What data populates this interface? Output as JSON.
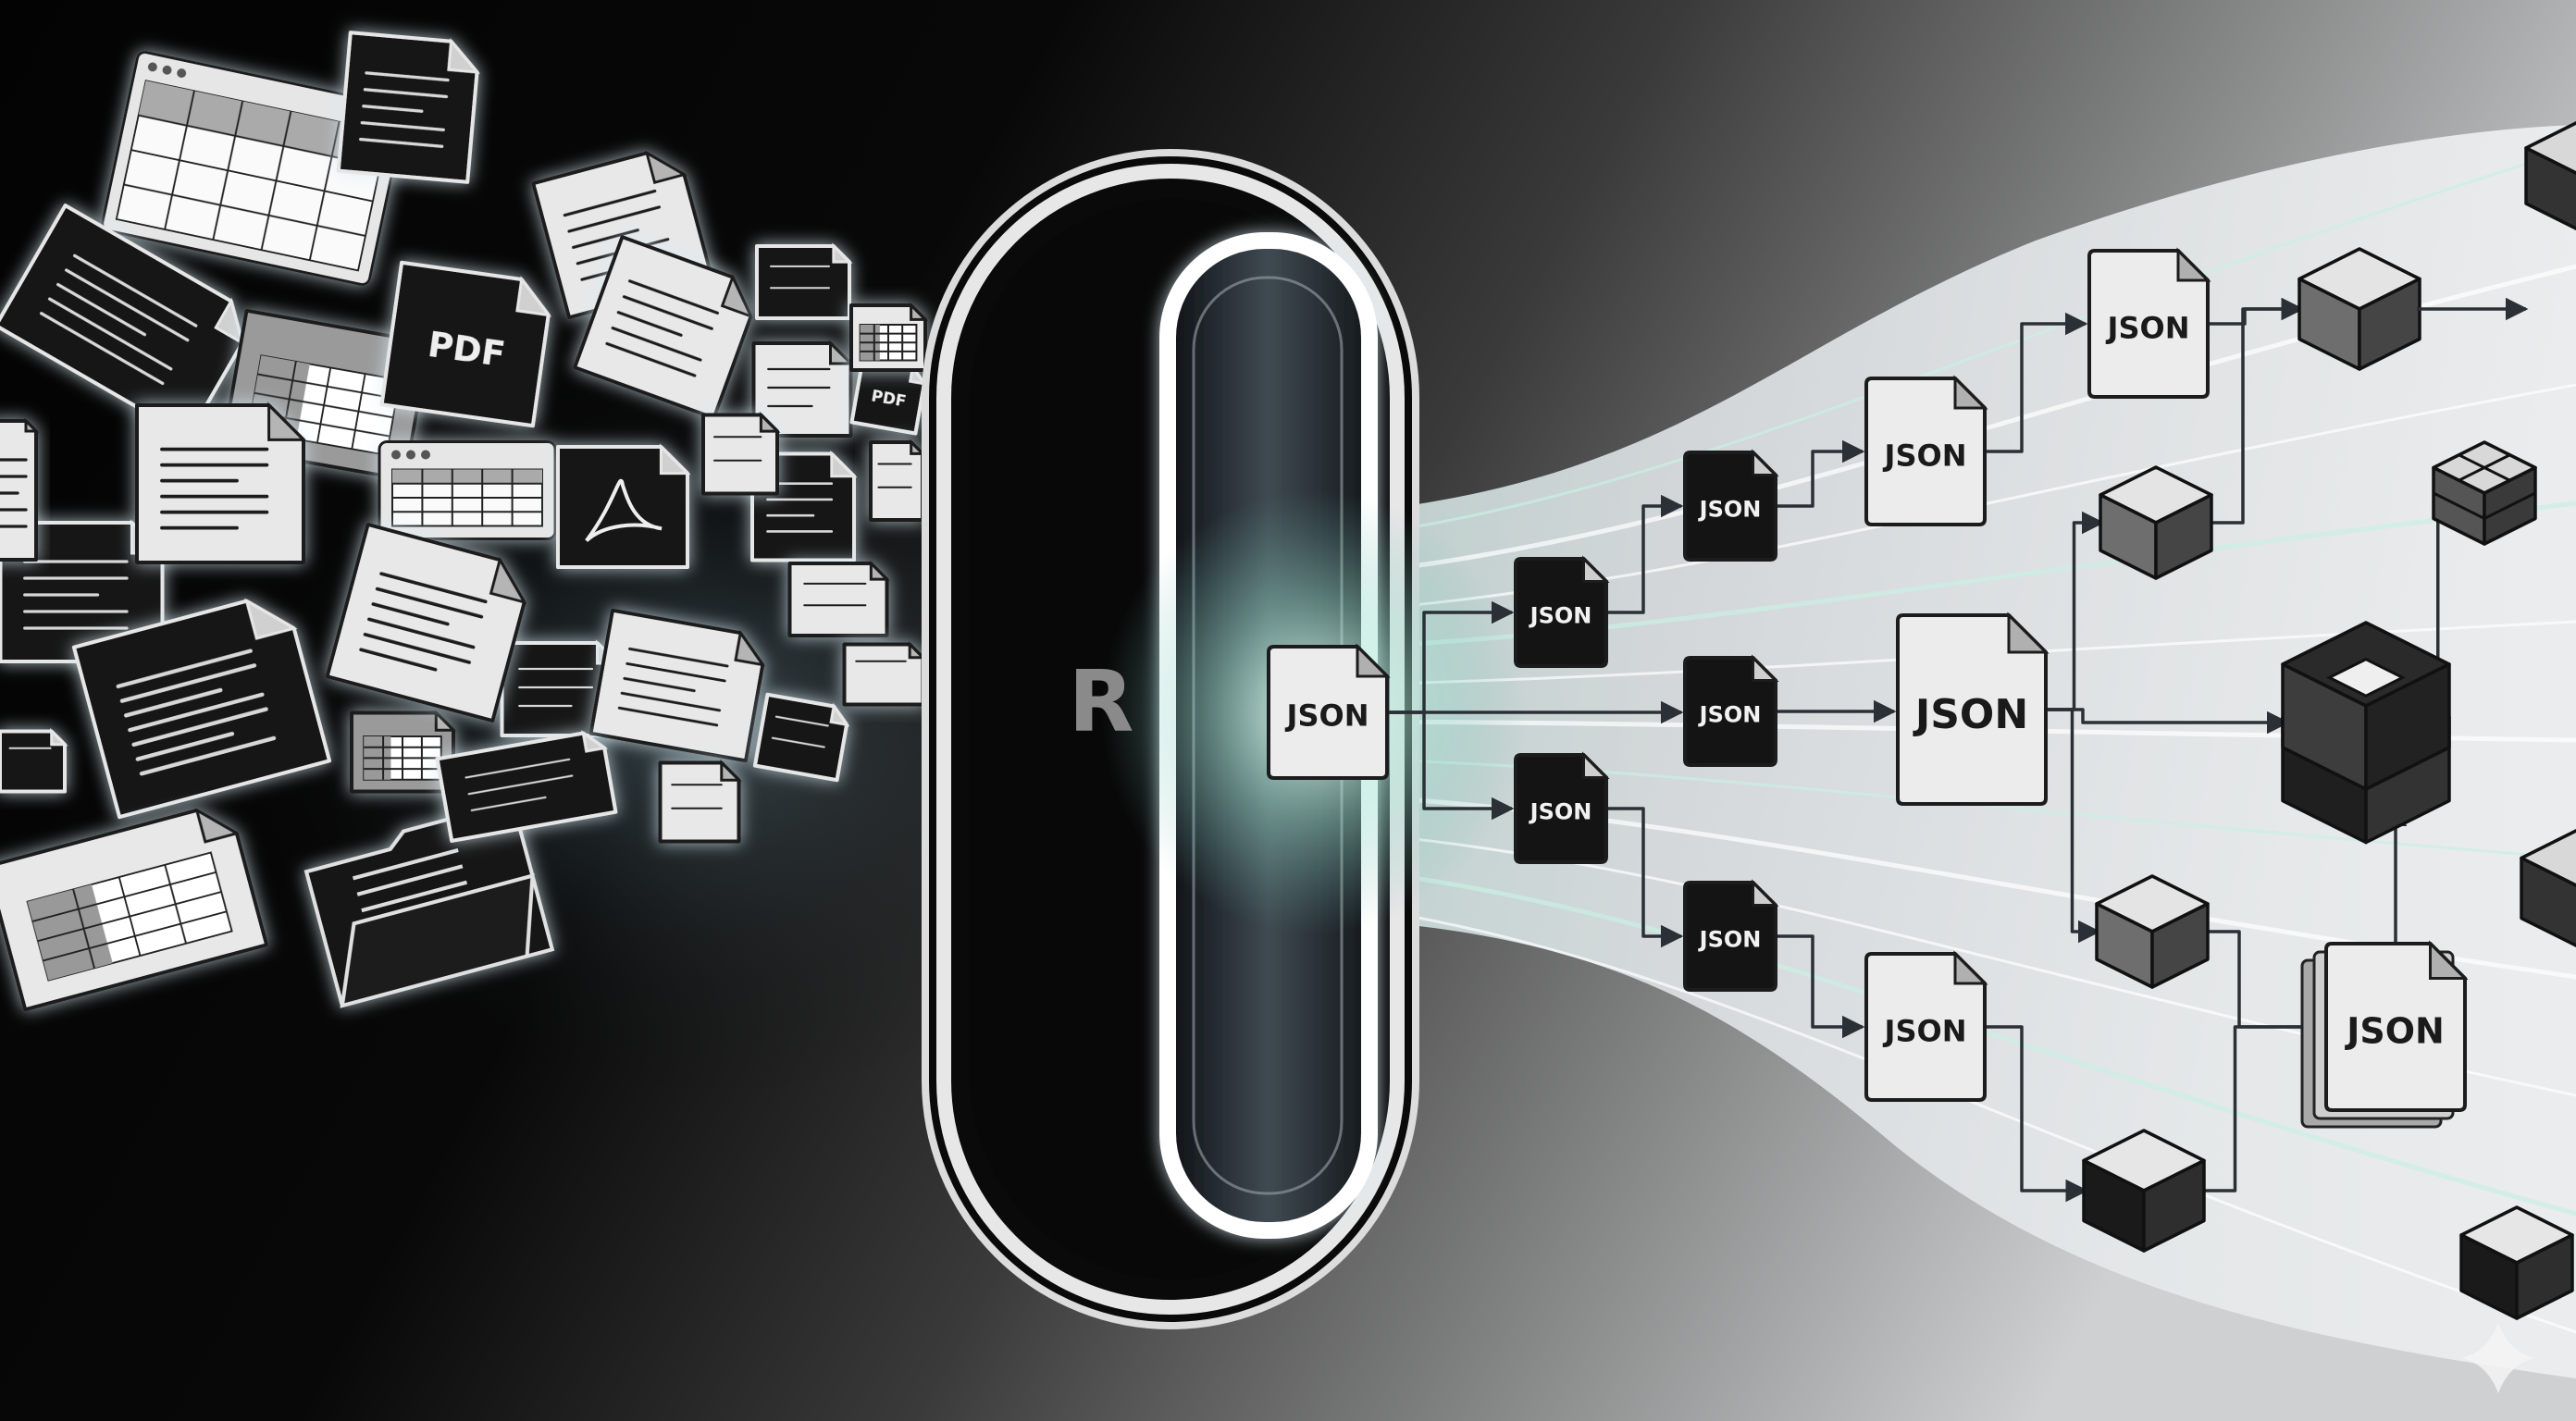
{
  "illustration": {
    "logo_letter": "R",
    "colors": {
      "background_dark": "#050505",
      "background_light": "#d9dadb",
      "glow": "#bfe9e0",
      "doc_light": "#e9e9e9",
      "doc_dark": "#151515",
      "stroke": "#1a1a1a"
    }
  },
  "input_documents": {
    "pdf_labels": [
      "PDF",
      "PDF"
    ],
    "types": [
      "table",
      "text",
      "pdf",
      "acrobat-pdf",
      "spreadsheet-window",
      "folder"
    ]
  },
  "output_nodes": [
    {
      "id": "j0",
      "label": "JSON",
      "style": "light"
    },
    {
      "id": "d1",
      "label": "JSON",
      "style": "dark"
    },
    {
      "id": "d2",
      "label": "JSON",
      "style": "dark"
    },
    {
      "id": "d3",
      "label": "JSON",
      "style": "dark"
    },
    {
      "id": "d4",
      "label": "JSON",
      "style": "dark"
    },
    {
      "id": "d5",
      "label": "JSON",
      "style": "dark"
    },
    {
      "id": "m1",
      "label": "JSON",
      "style": "light"
    },
    {
      "id": "m2",
      "label": "JSON",
      "style": "light"
    },
    {
      "id": "m3",
      "label": "JSON",
      "style": "light"
    },
    {
      "id": "big",
      "label": "JSON",
      "style": "light"
    },
    {
      "id": "stack",
      "label": "JSON",
      "style": "stacked"
    }
  ],
  "cubes": [
    {
      "id": "c1",
      "style": "gray"
    },
    {
      "id": "c2",
      "style": "gray"
    },
    {
      "id": "c3",
      "style": "gray"
    },
    {
      "id": "c4",
      "style": "black"
    },
    {
      "id": "c5",
      "style": "black"
    },
    {
      "id": "grid",
      "style": "grid"
    },
    {
      "id": "comp",
      "style": "composite"
    }
  ],
  "edges": [
    [
      "j0",
      "d1"
    ],
    [
      "j0",
      "d3"
    ],
    [
      "j0",
      "d4"
    ],
    [
      "d1",
      "d2"
    ],
    [
      "d2",
      "m1"
    ],
    [
      "m1",
      "m2"
    ],
    [
      "m2",
      "c1"
    ],
    [
      "d3",
      "big"
    ],
    [
      "big",
      "comp"
    ],
    [
      "big",
      "c2"
    ],
    [
      "big",
      "c3"
    ],
    [
      "d4",
      "d5"
    ],
    [
      "d5",
      "m3"
    ],
    [
      "m3",
      "c4"
    ],
    [
      "c3",
      "stack"
    ],
    [
      "c4",
      "stack"
    ],
    [
      "stack",
      "comp"
    ],
    [
      "comp",
      "grid"
    ],
    [
      "c2",
      "c1"
    ]
  ]
}
